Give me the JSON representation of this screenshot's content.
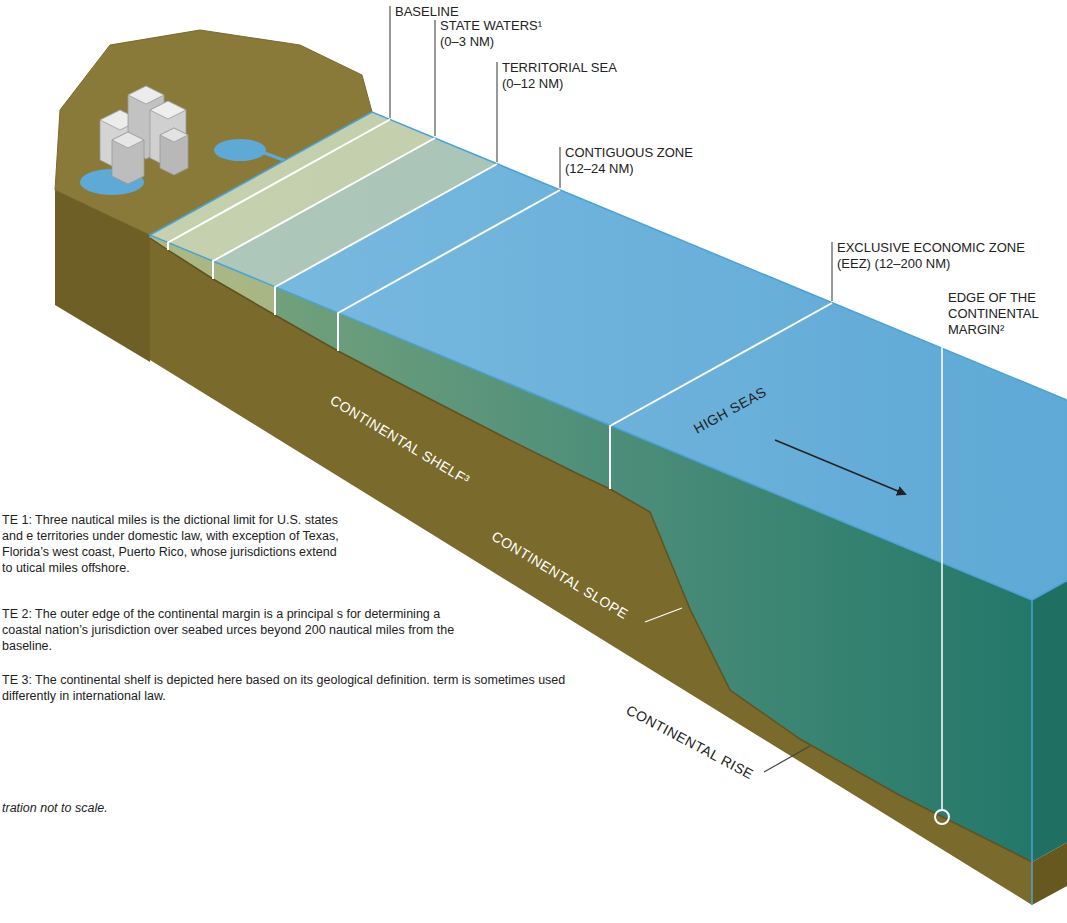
{
  "diagram": {
    "labels": [
      "BASELINE",
      "STATE WATERS¹ (0–3 NM)",
      "TERRITORIAL SEA (0–12 NM)",
      "CONTIGUOUS ZONE (12–24 NM)",
      "EXCLUSIVE ECONOMIC ZONE (EEZ) (12–200 NM)",
      "EDGE OF THE CONTINENTAL MARGIN²",
      "CONTINENTAL SHELF³",
      "HIGH SEAS",
      "CONTINENTAL SLOPE",
      "CONTINENTAL RISE",
      "TE 1: Three nautical miles is the dictional limit for U.S. states and e territories under domestic law, with exception of Texas, Florida’s west coast, Puerto Rico, whose jurisdictions extend to utical miles offshore.",
      "TE 2: The outer edge of the continental margin is a principal s for determining a coastal nation’s jurisdiction over seabed urces beyond 200 nautical miles from the baseline.",
      "TE 3: The continental shelf is depicted here based on its geological definition. term is sometimes used differently in international law.",
      "tration not to scale."
    ]
  }
}
